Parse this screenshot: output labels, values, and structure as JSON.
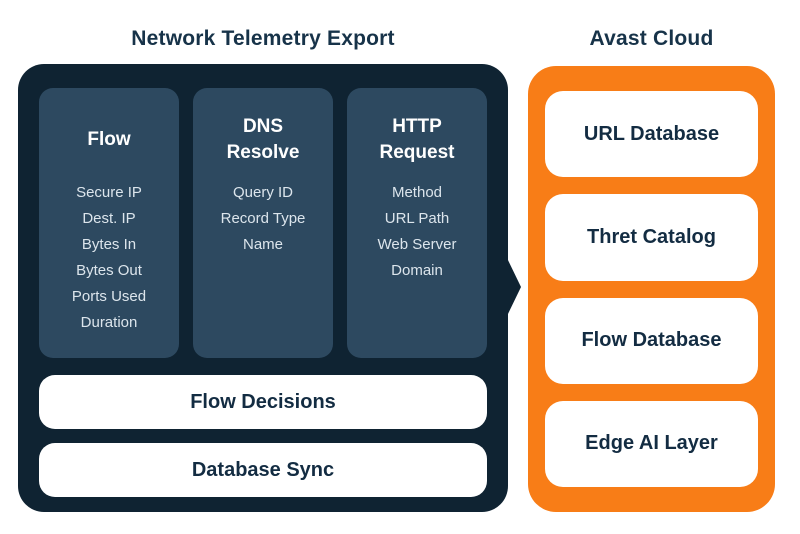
{
  "titles": {
    "left": "Network Telemetry Export",
    "right": "Avast Cloud"
  },
  "telemetry_panel": {
    "columns": [
      {
        "title": "Flow",
        "items": [
          "Secure IP",
          "Dest. IP",
          "Bytes In",
          "Bytes Out",
          "Ports Used",
          "Duration"
        ]
      },
      {
        "title": "DNS Resolve",
        "items": [
          "Query ID",
          "Record Type",
          "Name"
        ]
      },
      {
        "title": "HTTP Request",
        "items": [
          "Method",
          "URL Path",
          "Web Server Domain"
        ]
      }
    ],
    "bars": [
      "Flow Decisions",
      "Database Sync"
    ]
  },
  "cloud_panel": {
    "cards": [
      "URL Database",
      "Thret Catalog",
      "Flow Database",
      "Edge AI Layer"
    ]
  },
  "colors": {
    "panel_dark_navy": "#0f2332",
    "column_slate_blue": "#2d4960",
    "cloud_orange": "#f87d17",
    "label_dark_navy": "#132c42",
    "title_navy": "#173349",
    "item_text_light": "#dce5ec",
    "card_white": "#ffffff"
  }
}
